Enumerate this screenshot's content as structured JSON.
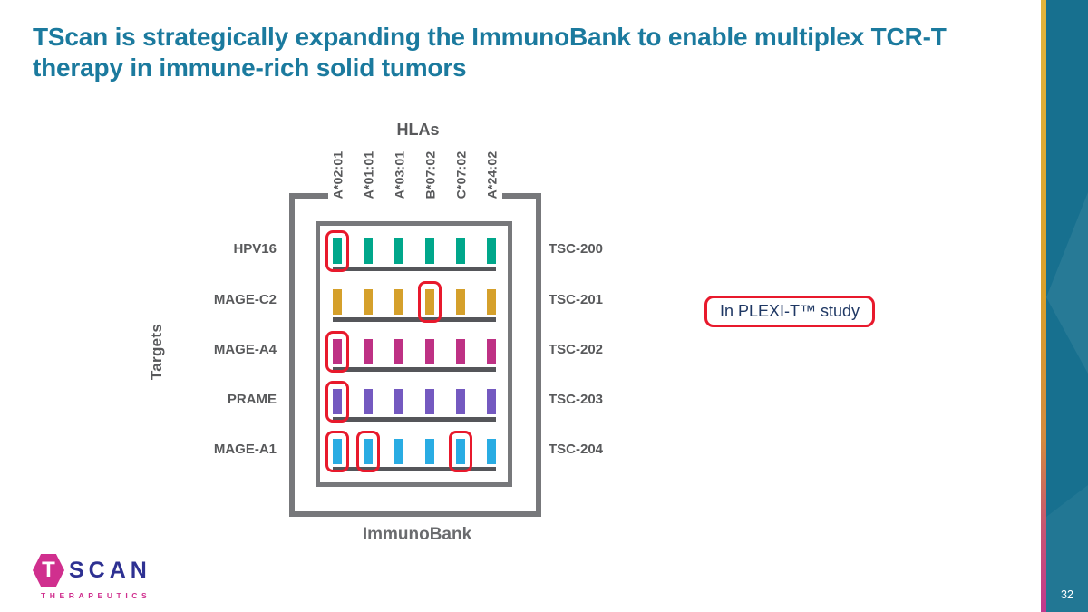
{
  "slide": {
    "title_line1": "TScan is strategically expanding the ImmunoBank to enable multiplex TCR-T",
    "title_line2": "therapy in immune-rich solid tumors",
    "page_number": "32"
  },
  "axes": {
    "columns_title": "HLAs",
    "rows_title": "Targets",
    "footer_title": "ImmunoBank"
  },
  "matrix": {
    "columns": [
      "A*02:01",
      "A*01:01",
      "A*03:01",
      "B*07:02",
      "C*07:02",
      "A*24:02"
    ],
    "rows": [
      {
        "target": "HPV16",
        "program": "TSC-200",
        "color": "#00A78B",
        "highlighted_columns": [
          0
        ]
      },
      {
        "target": "MAGE-C2",
        "program": "TSC-201",
        "color": "#D5A02B",
        "highlighted_columns": [
          3
        ]
      },
      {
        "target": "MAGE-A4",
        "program": "TSC-202",
        "color": "#BE3184",
        "highlighted_columns": [
          0
        ]
      },
      {
        "target": "PRAME",
        "program": "TSC-203",
        "color": "#7459C0",
        "highlighted_columns": [
          0
        ]
      },
      {
        "target": "MAGE-A1",
        "program": "TSC-204",
        "color": "#29ACE3",
        "highlighted_columns": [
          0,
          1,
          4
        ]
      }
    ],
    "highlight_meaning": "In PLEXI-T™ study"
  },
  "callout": {
    "label": "In PLEXI-T™ study"
  },
  "logo": {
    "hex_letter": "T",
    "name": "SCAN",
    "tagline": "THERAPEUTICS"
  },
  "colors": {
    "title_teal": "#1B7A9E",
    "frame_gray": "#77787B",
    "label_gray": "#58595B",
    "underline_gray": "#55565A",
    "highlight_red": "#E8192C",
    "callout_navy": "#1F3864",
    "logo_pink": "#D02F8E",
    "logo_navy": "#2E3192",
    "side_band_teal": "#17708F"
  }
}
